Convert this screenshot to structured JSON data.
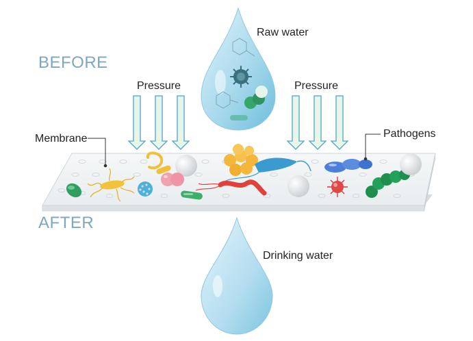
{
  "labels": {
    "before": "BEFORE",
    "after": "AFTER",
    "raw_water": "Raw water",
    "drinking_water": "Drinking water",
    "pressure_left": "Pressure",
    "pressure_right": "Pressure",
    "membrane": "Membrane",
    "pathogens": "Pathogens"
  },
  "colors": {
    "title_blue": "#7ea6bf",
    "water_drop": "#bfe4f2",
    "arrow_fill": "#e8f6e9",
    "arrow_stroke": "#4ba3c8",
    "membrane_top": "#f2f4f5",
    "membrane_front": "#dde1e4"
  }
}
